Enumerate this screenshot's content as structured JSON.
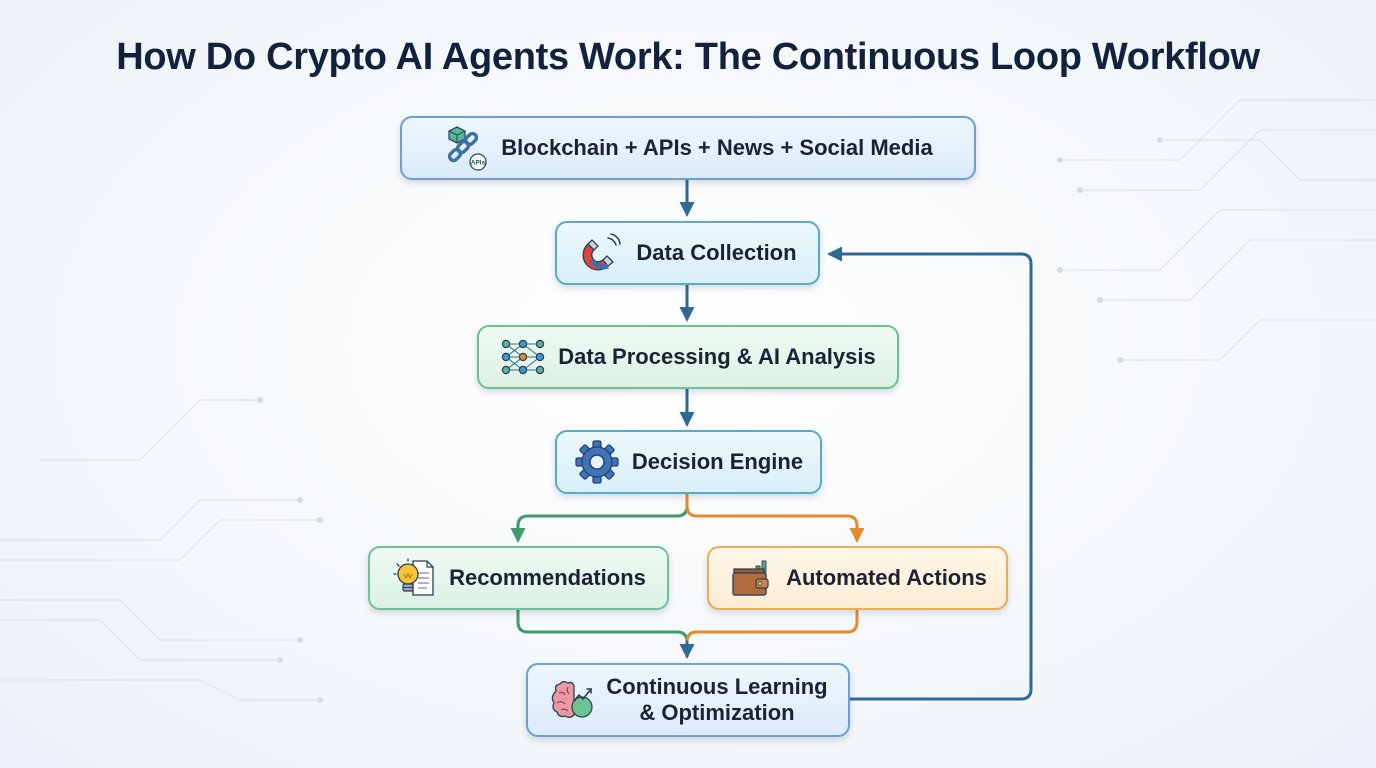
{
  "title": "How Do Crypto AI Agents Work: The Continuous Loop Workflow",
  "nodes": {
    "sources": {
      "label": "Blockchain + APIs + News + Social Media",
      "icon": "blockchain-chain-icon",
      "icon_badge": "APIs"
    },
    "collection": {
      "label": "Data Collection",
      "icon": "magnet-icon"
    },
    "processing": {
      "label": "Data Processing & AI Analysis",
      "icon": "neural-network-icon"
    },
    "decision": {
      "label": "Decision Engine",
      "icon": "gear-icon"
    },
    "recommendations": {
      "label": "Recommendations",
      "icon": "lightbulb-document-icon"
    },
    "actions": {
      "label": "Automated Actions",
      "icon": "wallet-chart-icon"
    },
    "learning": {
      "label_line1": "Continuous Learning",
      "label_line2": "& Optimization",
      "icon": "brain-chart-icon"
    }
  },
  "edges": [
    {
      "from": "sources",
      "to": "collection"
    },
    {
      "from": "collection",
      "to": "processing"
    },
    {
      "from": "processing",
      "to": "decision"
    },
    {
      "from": "decision",
      "to": "recommendations"
    },
    {
      "from": "decision",
      "to": "actions"
    },
    {
      "from": "recommendations",
      "to": "learning"
    },
    {
      "from": "actions",
      "to": "learning"
    },
    {
      "from": "learning",
      "to": "collection"
    }
  ],
  "colors": {
    "title": "#14213d",
    "arrow_blue": "#2e6a93",
    "arrow_green": "#3f9a6b",
    "arrow_orange": "#e48a2a",
    "blue_border": "#6d9fd2",
    "teal_border": "#58aac6",
    "green_border": "#6cc292",
    "orange_border": "#ecab55"
  }
}
